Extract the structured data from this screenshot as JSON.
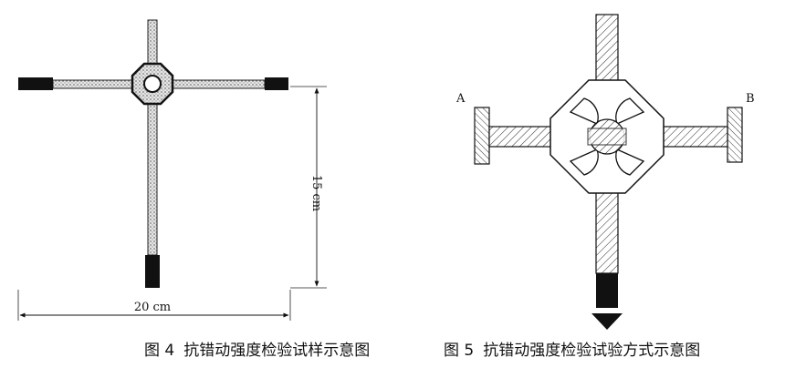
{
  "figure4": {
    "dim_height": "15 cm",
    "dim_width": "20 cm",
    "caption_number": "图 4",
    "caption_text": "抗错动强度检验试样示意图"
  },
  "figure5": {
    "label_a": "A",
    "label_b": "B",
    "caption_number": "图 5",
    "caption_text": "抗错动强度检验试验方式示意图"
  },
  "colors": {
    "ink": "#111111",
    "stipple": "#bdbdbd",
    "background": "#ffffff"
  }
}
